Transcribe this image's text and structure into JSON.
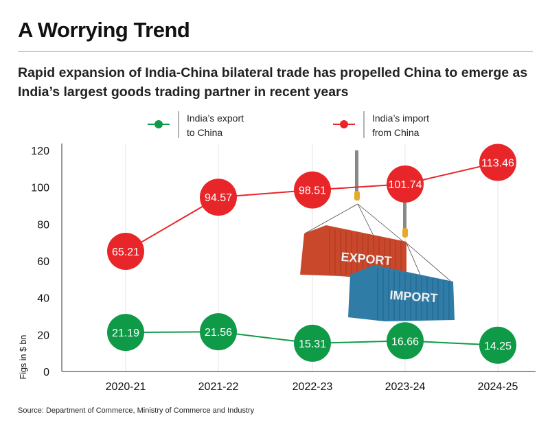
{
  "title": "A Worrying Trend",
  "subtitle": "Rapid expansion of India-China bilateral trade has propelled China to emerge as India’s largest goods trading partner in recent years",
  "source": "Source: Department of Commerce, Ministry of Commerce and Industry",
  "illustration": {
    "export_label": "EXPORT",
    "import_label": "IMPORT"
  },
  "chart_data": {
    "type": "line",
    "categories": [
      "2020-21",
      "2021-22",
      "2022-23",
      "2023-24",
      "2024-25"
    ],
    "series": [
      {
        "name": "India’s export to China",
        "legend_lines": [
          "India’s export",
          "to China"
        ],
        "color": "#0f9a48",
        "values": [
          21.19,
          21.56,
          15.31,
          16.66,
          14.25
        ]
      },
      {
        "name": "India’s import from China",
        "legend_lines": [
          "India’s import",
          "from China"
        ],
        "color": "#e8262a",
        "values": [
          65.21,
          94.57,
          98.51,
          101.74,
          113.46
        ]
      }
    ],
    "ylabel": "Figs in $ bn",
    "ylim": [
      0,
      120
    ],
    "yticks": [
      0,
      20,
      40,
      60,
      80,
      100,
      120
    ],
    "grid": "vertical",
    "legend": "top-center"
  }
}
